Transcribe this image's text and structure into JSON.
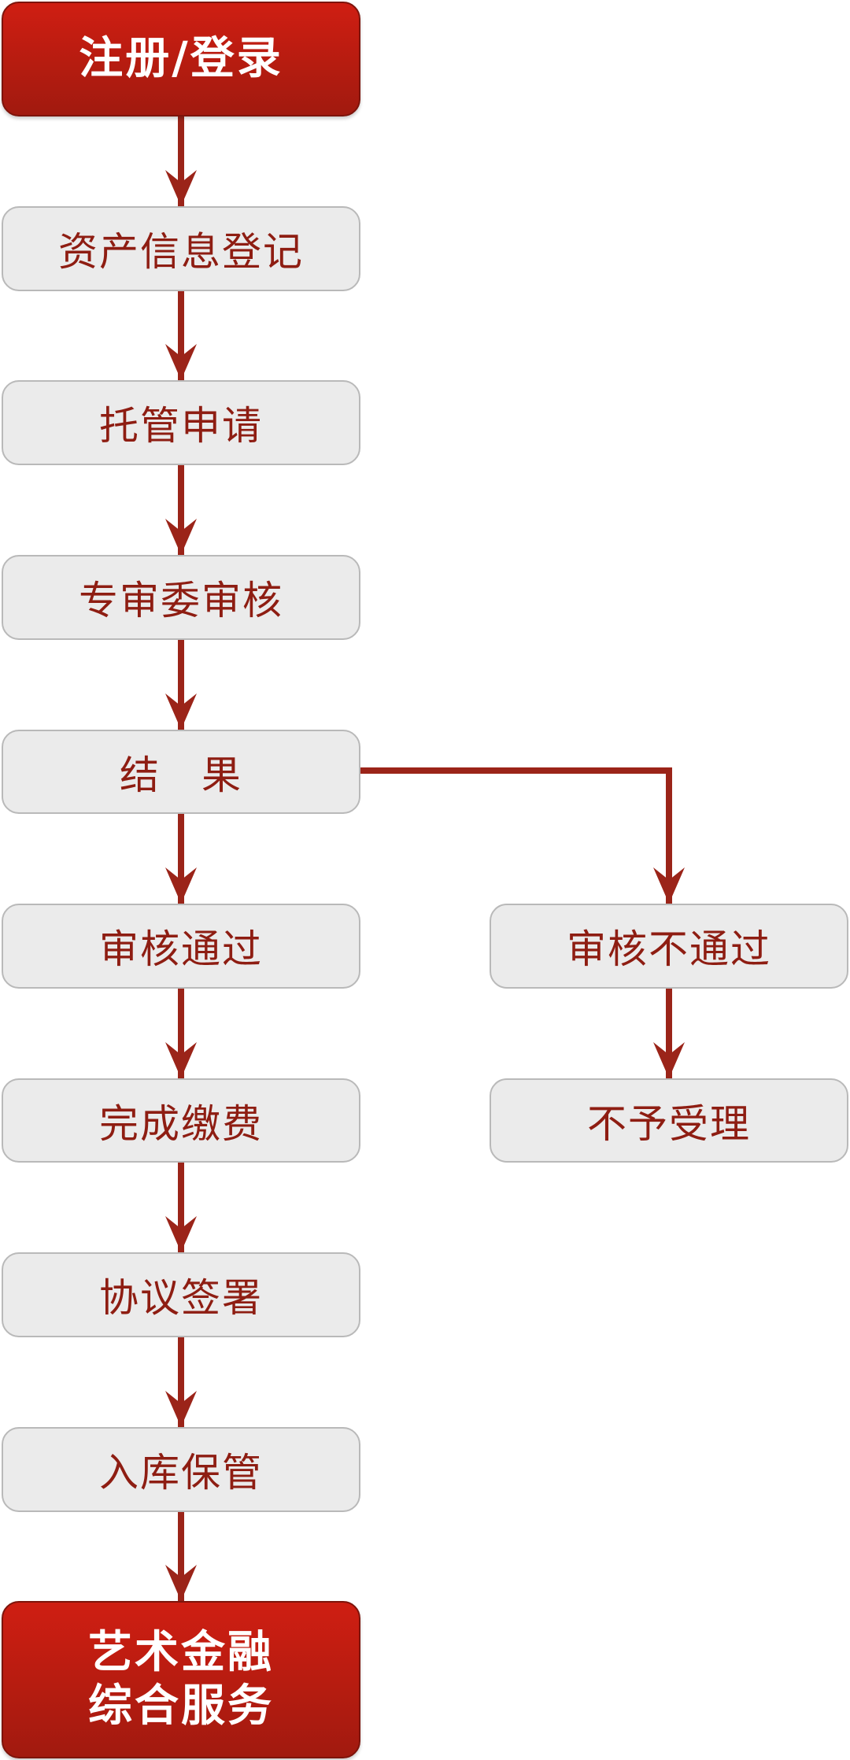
{
  "flowchart": {
    "start": "注册/登录",
    "steps": {
      "asset_registration": "资产信息登记",
      "custody_application": "托管申请",
      "committee_review": "专审委审核",
      "result": "结　果",
      "review_passed": "审核通过",
      "payment_completed": "完成缴费",
      "agreement_signing": "协议签署",
      "warehouse_storage": "入库保管",
      "review_failed": "审核不通过",
      "not_accepted": "不予受理"
    },
    "end": "艺术金融\n综合服务"
  },
  "colors": {
    "accent": "#a8190e",
    "connector": "#9b2419",
    "box_fill": "#ebebeb",
    "box_border": "#b9b9b9",
    "box_text": "#8e1d12",
    "terminal_text": "#ffffff"
  }
}
